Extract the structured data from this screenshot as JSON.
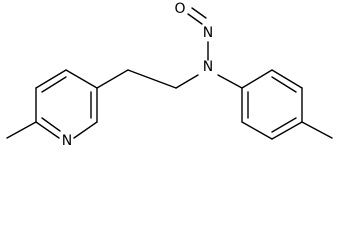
{
  "molecule": {
    "atoms": {
      "pyridine_n": "N",
      "amine_n": "N",
      "nitroso_n": "N",
      "nitroso_o": "O"
    }
  },
  "colors": {
    "bond": "#000000",
    "label": "#000000",
    "background": "#ffffff"
  }
}
